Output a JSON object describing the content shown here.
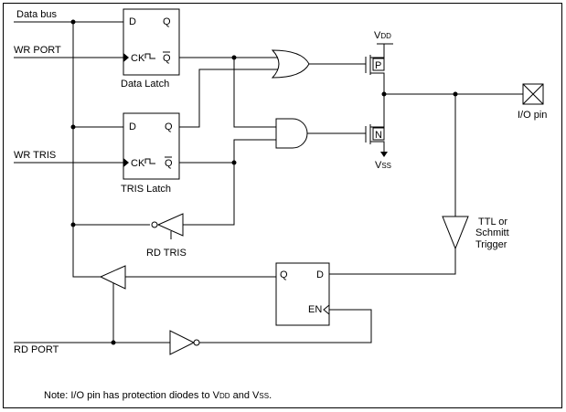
{
  "signals": {
    "data_bus": "Data bus",
    "wr_port": "WR PORT",
    "wr_tris": "WR TRIS",
    "rd_port": "RD PORT",
    "rd_tris": "RD TRIS"
  },
  "data_latch": {
    "label": "Data Latch",
    "d": "D",
    "q": "Q",
    "ck": "CK",
    "qbar": "Q"
  },
  "tris_latch": {
    "label": "TRIS Latch",
    "d": "D",
    "q": "Q",
    "ck": "CK",
    "qbar": "Q"
  },
  "input_latch": {
    "q": "Q",
    "d": "D",
    "en": "EN"
  },
  "power": {
    "vdd_main": "V",
    "vdd_sub": "DD",
    "vss_main": "V",
    "vss_sub": "SS"
  },
  "transistors": {
    "p": "P",
    "n": "N"
  },
  "pin": {
    "label": "I/O pin"
  },
  "buffer": {
    "line1": "TTL or",
    "line2": "Schmitt",
    "line3": "Trigger"
  },
  "note": {
    "pre": "Note: I/O pin has protection diodes to V",
    "vdd": "DD",
    "mid": " and V",
    "vss": "SS",
    "post": "."
  }
}
